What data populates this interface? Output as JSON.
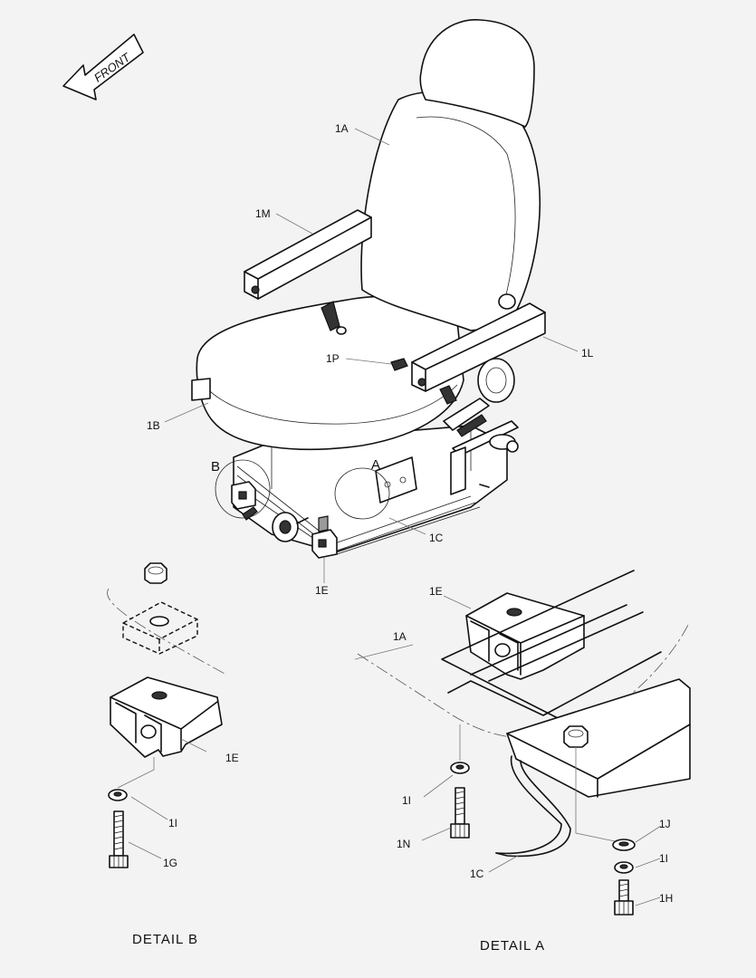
{
  "front_arrow": {
    "label": "FRONT"
  },
  "callouts": {
    "c1A_top": "1A",
    "c1M": "1M",
    "c1P": "1P",
    "c1L": "1L",
    "c1B": "1B",
    "cB": "B",
    "cA": "A",
    "c1C_top": "1C",
    "c1E_top": "1E",
    "c1E_detailA": "1E",
    "c1A_detailA": "1A",
    "c1I_detailA": "1I",
    "c1N": "1N",
    "c1J": "1J",
    "c1I_detailA2": "1I",
    "c1H": "1H",
    "c1C_detailA": "1C",
    "c1E_detailB": "1E",
    "c1I_detailB": "1I",
    "c1G": "1G"
  },
  "captions": {
    "detail_b": "DETAIL  B",
    "detail_a": "DETAIL  A"
  }
}
